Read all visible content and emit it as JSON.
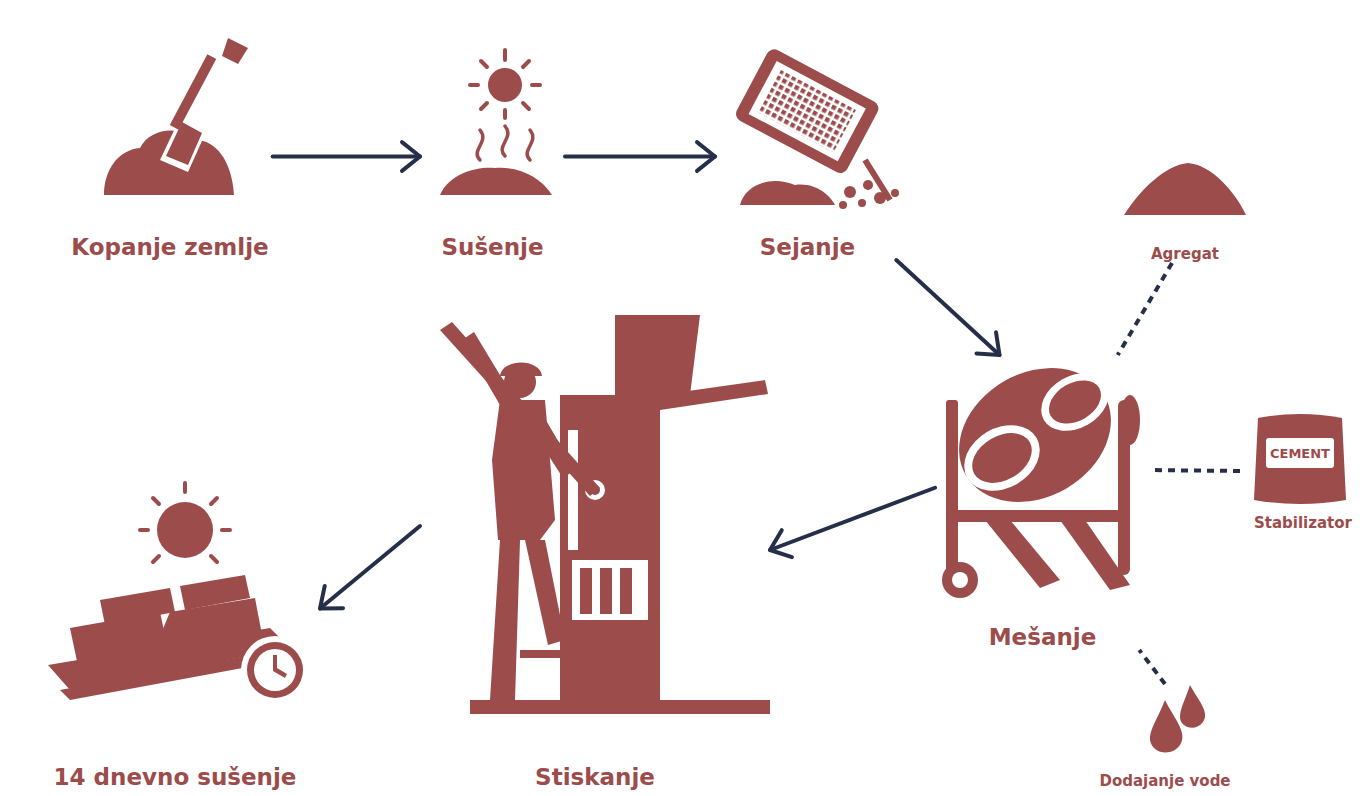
{
  "diagram": {
    "nodes": [
      {
        "text": [
          "Kopanje zemlje"
        ]
      },
      {
        "text": [
          "Sušenje"
        ]
      },
      {
        "text": [
          "Sejanje"
        ]
      },
      {
        "text": [
          "Agregat"
        ]
      },
      {
        "text": [
          "Mešanje"
        ]
      },
      {
        "text": [
          "Stabilizator"
        ]
      },
      {
        "text": [
          "Dodajanje vode"
        ]
      },
      {
        "text": [
          "Stiskanje"
        ]
      },
      {
        "text": [
          "14 dnevno sušenje"
        ]
      }
    ],
    "edges": [
      {
        "from": 0,
        "to": 1,
        "arrow": "to"
      },
      {
        "from": 1,
        "to": 2,
        "arrow": "to"
      },
      {
        "from": 2,
        "to": 4,
        "arrow": "to"
      },
      {
        "from": 3,
        "to": 4,
        "arrow": "none"
      },
      {
        "from": 4,
        "to": 7,
        "arrow": "to"
      },
      {
        "from": 7,
        "to": 8,
        "arrow": "to"
      },
      {
        "from": 5,
        "to": 4,
        "arrow": "none"
      },
      {
        "from": 6,
        "to": 4,
        "arrow": "none"
      }
    ],
    "labels": [
      "CEMENT"
    ]
  }
}
